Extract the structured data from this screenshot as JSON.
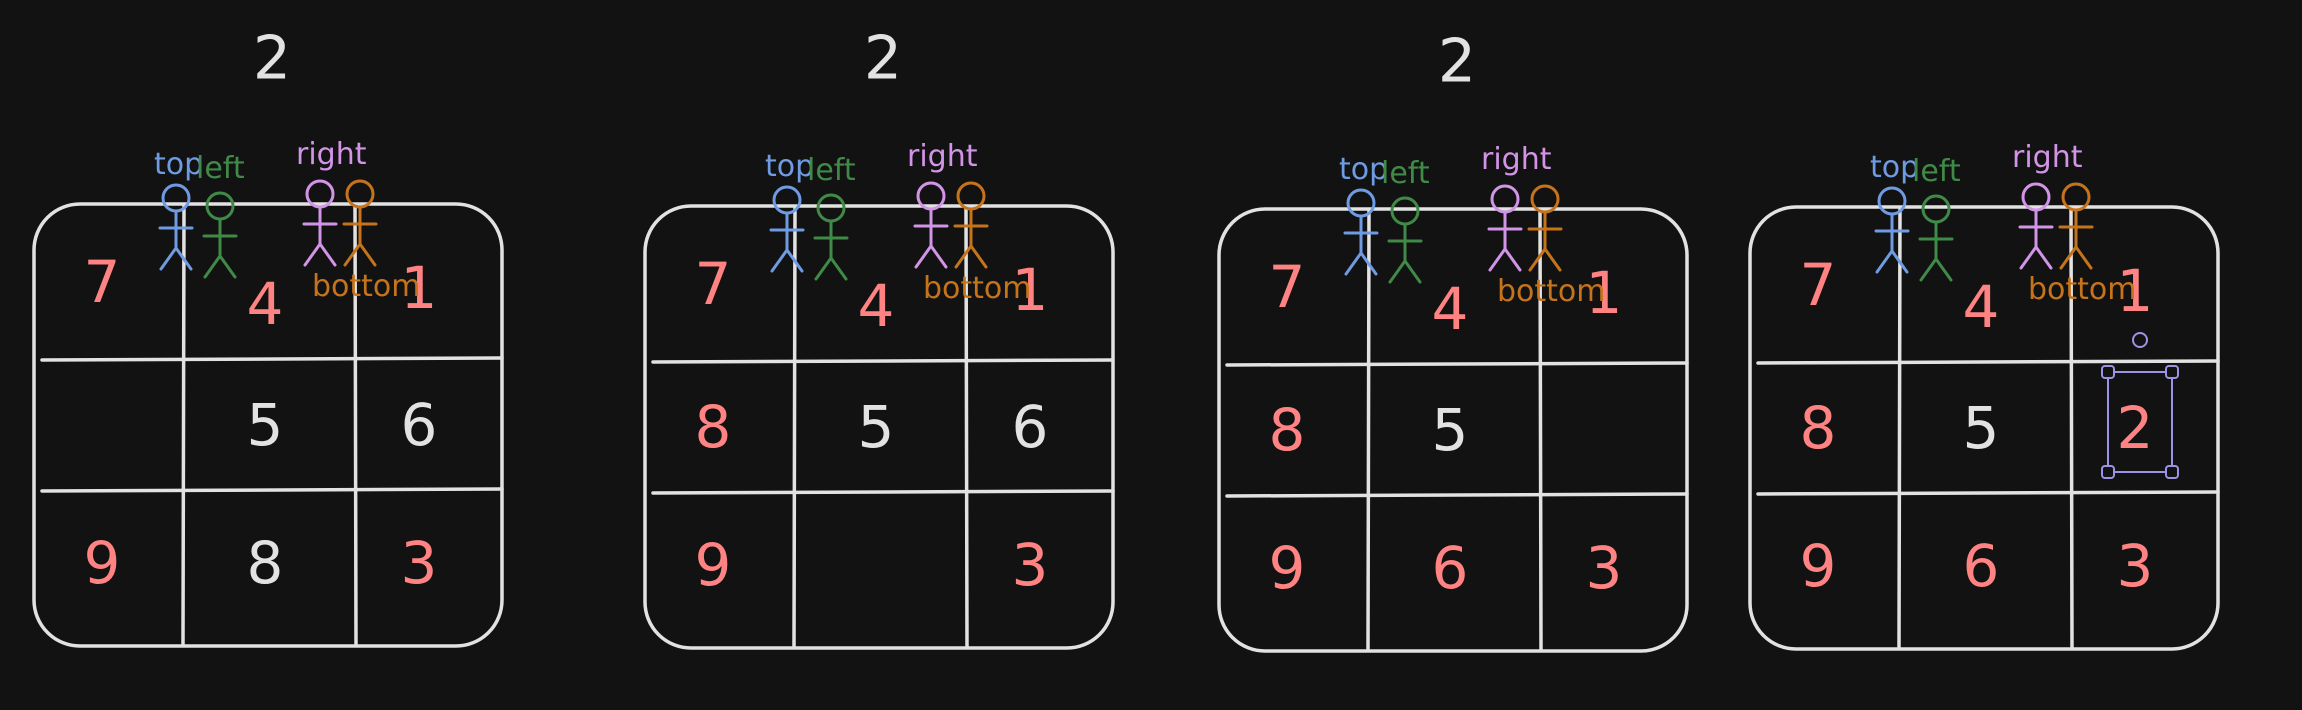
{
  "colors": {
    "background": "#121212",
    "stroke": "#e2e2e2",
    "placed": "#ff8383",
    "unplaced": "#e2e2e2",
    "top": "#6e9be2",
    "left": "#3f8a47",
    "right": "#d294e6",
    "bottom": "#c5741c",
    "selection": "#9b93e3"
  },
  "pointers": {
    "top": "top",
    "left": "left",
    "right": "right",
    "bottom": "bottom"
  },
  "panels": [
    {
      "step_label": "2",
      "cells": [
        [
          {
            "v": "7",
            "c": "placed"
          },
          {
            "v": "4",
            "c": "placed"
          },
          {
            "v": "1",
            "c": "placed"
          }
        ],
        [
          {
            "v": "",
            "c": "unplaced"
          },
          {
            "v": "5",
            "c": "unplaced"
          },
          {
            "v": "6",
            "c": "unplaced"
          }
        ],
        [
          {
            "v": "9",
            "c": "placed"
          },
          {
            "v": "8",
            "c": "unplaced"
          },
          {
            "v": "3",
            "c": "placed"
          }
        ]
      ],
      "selected_cell": null
    },
    {
      "step_label": "2",
      "cells": [
        [
          {
            "v": "7",
            "c": "placed"
          },
          {
            "v": "4",
            "c": "placed"
          },
          {
            "v": "1",
            "c": "placed"
          }
        ],
        [
          {
            "v": "8",
            "c": "placed"
          },
          {
            "v": "5",
            "c": "unplaced"
          },
          {
            "v": "6",
            "c": "unplaced"
          }
        ],
        [
          {
            "v": "9",
            "c": "placed"
          },
          {
            "v": "",
            "c": "unplaced"
          },
          {
            "v": "3",
            "c": "placed"
          }
        ]
      ],
      "selected_cell": null
    },
    {
      "step_label": "2",
      "cells": [
        [
          {
            "v": "7",
            "c": "placed"
          },
          {
            "v": "4",
            "c": "placed"
          },
          {
            "v": "1",
            "c": "placed"
          }
        ],
        [
          {
            "v": "8",
            "c": "placed"
          },
          {
            "v": "5",
            "c": "unplaced"
          },
          {
            "v": "",
            "c": "unplaced"
          }
        ],
        [
          {
            "v": "9",
            "c": "placed"
          },
          {
            "v": "6",
            "c": "placed"
          },
          {
            "v": "3",
            "c": "placed"
          }
        ]
      ],
      "selected_cell": null
    },
    {
      "step_label": "",
      "cells": [
        [
          {
            "v": "7",
            "c": "placed"
          },
          {
            "v": "4",
            "c": "placed"
          },
          {
            "v": "1",
            "c": "placed"
          }
        ],
        [
          {
            "v": "8",
            "c": "placed"
          },
          {
            "v": "5",
            "c": "unplaced"
          },
          {
            "v": "2",
            "c": "placed"
          }
        ],
        [
          {
            "v": "9",
            "c": "placed"
          },
          {
            "v": "6",
            "c": "placed"
          },
          {
            "v": "3",
            "c": "placed"
          }
        ]
      ],
      "selected_cell": [
        1,
        2
      ]
    }
  ]
}
